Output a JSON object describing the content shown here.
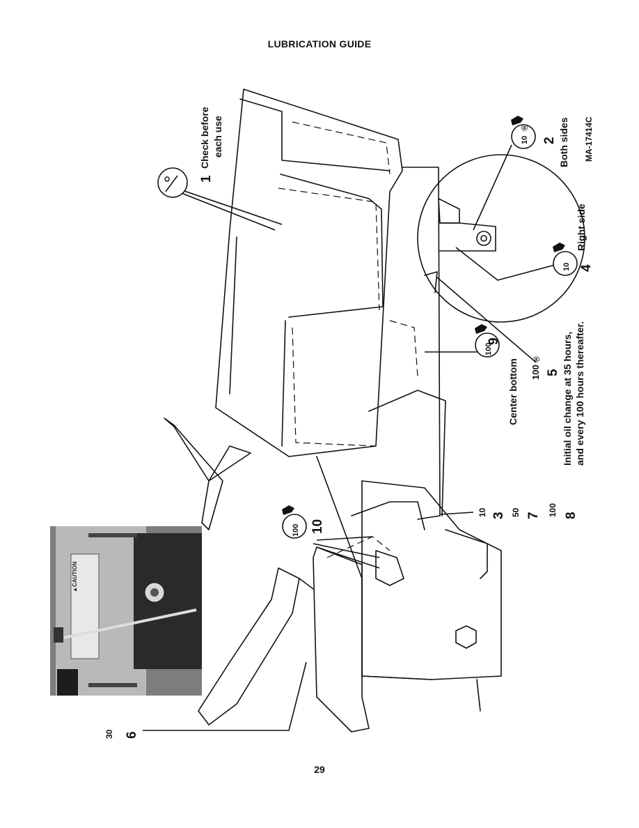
{
  "page": {
    "title": "LUBRICATION GUIDE",
    "page_number": "29",
    "figure_code": "MA-17414C"
  },
  "photo": {
    "caution_text": "▲CAUTION"
  },
  "callouts": [
    {
      "id": "1",
      "interval": "",
      "icon": "dipstick-icon",
      "note": "Check before each use",
      "note_line1": "Check before",
      "note_line2": "each use"
    },
    {
      "id": "2",
      "interval": "10",
      "icon": "grease-gun-icon",
      "note": "Both sides"
    },
    {
      "id": "3",
      "interval": "10",
      "icon": "hour-icon",
      "note": ""
    },
    {
      "id": "4",
      "interval": "10",
      "icon": "grease-gun-icon",
      "note": "Right side"
    },
    {
      "id": "5",
      "interval": "100",
      "icon": "hour-icon",
      "note": "Initial oil change at 35 hours, and every 100 hours thereafter.",
      "note_line1": "Initial oil change at 35 hours,",
      "note_line2": "and every 100 hours thereafter."
    },
    {
      "id": "6",
      "interval": "30",
      "icon": "hour-icon",
      "note": ""
    },
    {
      "id": "7",
      "interval": "50",
      "icon": "hour-icon",
      "note": ""
    },
    {
      "id": "8",
      "interval": "100",
      "icon": "hour-icon",
      "note": ""
    },
    {
      "id": "9",
      "interval": "100",
      "icon": "grease-gun-icon",
      "note": "Center bottom"
    },
    {
      "id": "10",
      "interval": "100",
      "icon": "grease-gun-icon",
      "note": ""
    }
  ]
}
